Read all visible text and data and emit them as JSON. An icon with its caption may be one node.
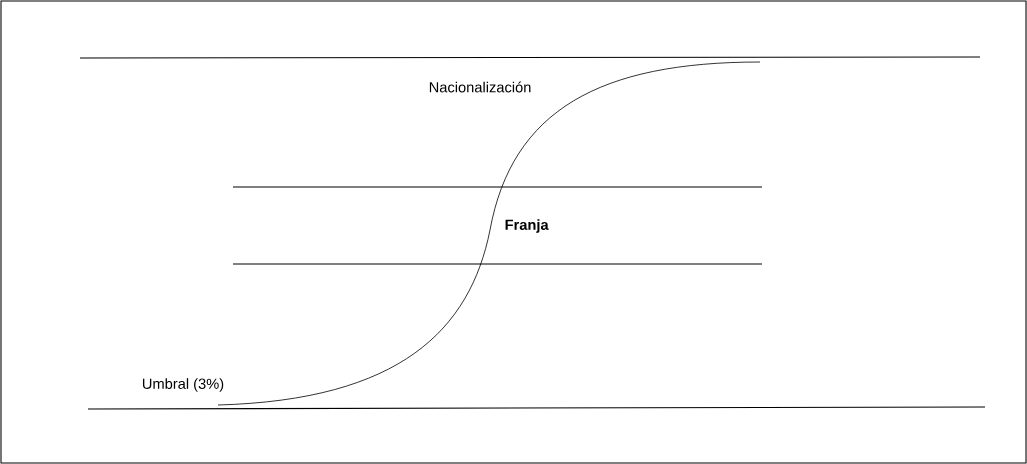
{
  "diagram": {
    "labels": [
      "Nacionalización",
      "Franja",
      "Umbral (3%)"
    ]
  }
}
